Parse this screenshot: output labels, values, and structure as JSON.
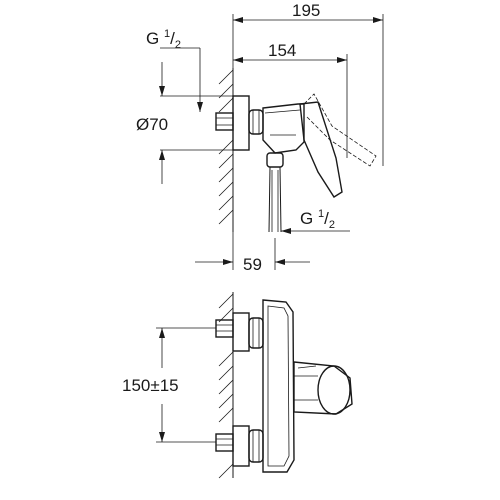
{
  "dimensions": {
    "overall_width": "195",
    "mixer_width": "154",
    "thread_top": {
      "prefix": "G ",
      "num": "1",
      "den": "2"
    },
    "thread_bottom": {
      "prefix": "G ",
      "num": "1",
      "den": "2"
    },
    "escutcheon_diameter": "Ø70",
    "outlet_offset": "59",
    "center_distance": "150±15"
  }
}
